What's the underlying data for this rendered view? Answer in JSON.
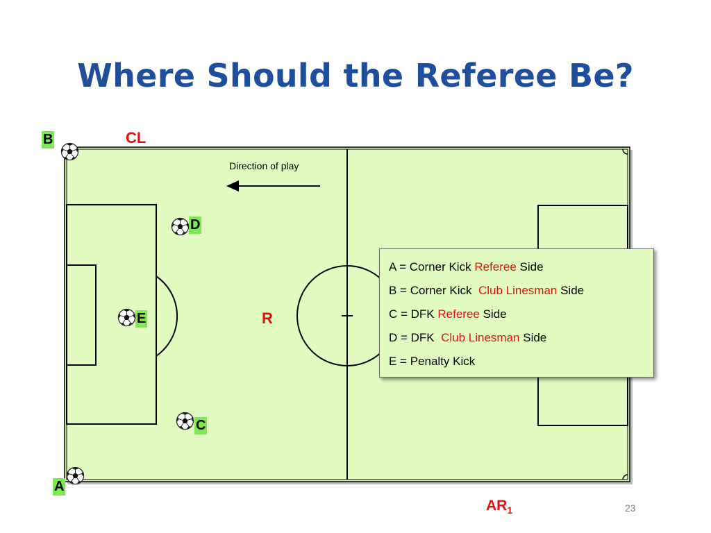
{
  "slide": {
    "title": "Where Should the Referee Be?",
    "number": "23"
  },
  "pitch": {
    "direction_label": "Direction of play",
    "colors": {
      "field": "#e1fbc1",
      "lines": "#000000",
      "shadow": "#888888"
    }
  },
  "officials": {
    "cl": "CL",
    "referee": "R",
    "ar_main": "AR",
    "ar_sub": "1",
    "color": "#e01010"
  },
  "balls": [
    {
      "label": "B",
      "icon": "soccer-ball-icon"
    },
    {
      "label": "D",
      "icon": "soccer-ball-icon"
    },
    {
      "label": "E",
      "icon": "soccer-ball-icon"
    },
    {
      "label": "C",
      "icon": "soccer-ball-icon"
    },
    {
      "label": "A",
      "icon": "soccer-ball-icon"
    }
  ],
  "legend": [
    {
      "pre": "A = Corner Kick ",
      "red": "Referee",
      "post": " Side"
    },
    {
      "pre": "B = Corner Kick  ",
      "red": "Club Linesman",
      "post": " Side"
    },
    {
      "pre": "C = DFK ",
      "red": "Referee",
      "post": " Side"
    },
    {
      "pre": "D = DFK  ",
      "red": "Club Linesman",
      "post": " Side"
    },
    {
      "pre": "E = Penalty Kick",
      "red": "",
      "post": ""
    }
  ],
  "tag_color": "#7dea52"
}
